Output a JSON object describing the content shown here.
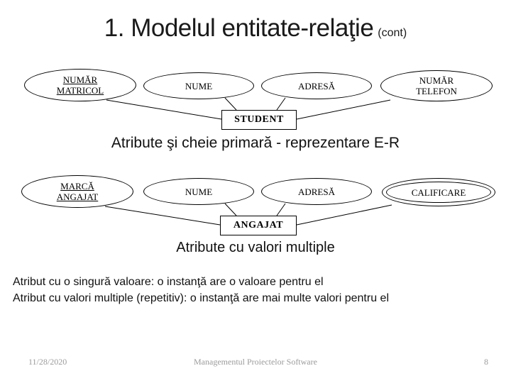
{
  "slide": {
    "title": "1. Modelul entitate-relaţie",
    "title_suffix": "(cont)",
    "diagram1": {
      "caption": "Atribute şi cheie primară - reprezentare E-R",
      "entity": "STUDENT",
      "attributes": [
        {
          "lines": [
            "NUMĂR",
            "MATRICOL"
          ],
          "primary_key": true
        },
        {
          "lines": [
            "NUME"
          ]
        },
        {
          "lines": [
            "ADRESĂ"
          ]
        },
        {
          "lines": [
            "NUMĂR",
            "TELEFON"
          ]
        }
      ]
    },
    "diagram2": {
      "caption": "Atribute cu valori multiple",
      "entity": "ANGAJAT",
      "attributes": [
        {
          "lines": [
            "MARCĂ",
            "ANGAJAT"
          ],
          "primary_key": true
        },
        {
          "lines": [
            "NUME"
          ]
        },
        {
          "lines": [
            "ADRESĂ"
          ]
        },
        {
          "lines": [
            "CALIFICARE"
          ],
          "multivalued": true
        }
      ]
    },
    "body_lines": [
      "Atribut cu o singură valoare: o instanţă are o valoare pentru el",
      "Atribut cu valori multiple (repetitiv): o instanţă are mai multe valori pentru el"
    ],
    "footer": {
      "date": "11/28/2020",
      "center": "Managementul Proiectelor Software",
      "page": "8"
    }
  }
}
